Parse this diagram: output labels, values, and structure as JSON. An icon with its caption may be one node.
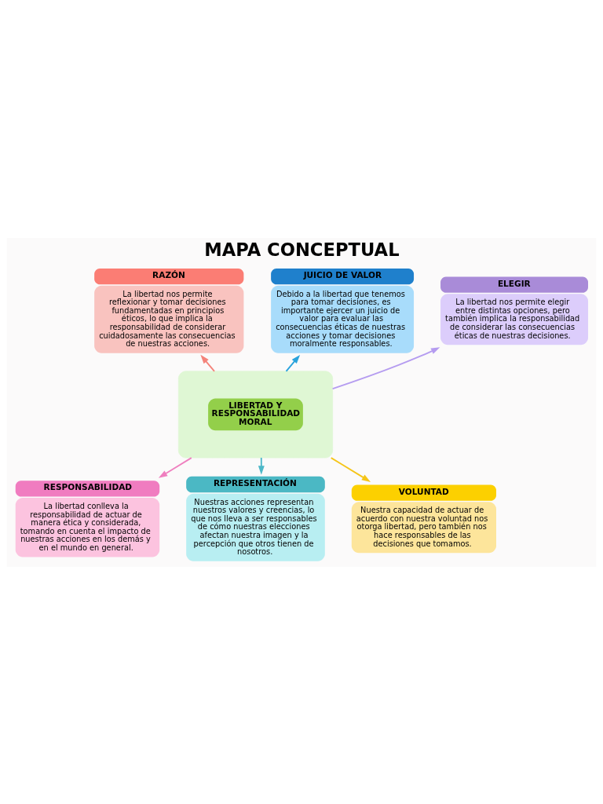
{
  "diagram": {
    "title": "MAPA CONCEPTUAL",
    "nodes": [
      {
        "text": [],
        "shape": "box"
      },
      {
        "text": [
          "LIBERTAD Y RESPONSABILIDAD MORAL"
        ],
        "in": 0
      },
      {
        "text": [
          "JUICIO DE VALOR",
          "Debido a la libertad que tenemos para tomar decisiones, es importante ejercer un juicio de valor para evaluar las consecuencias éticas de nuestras acciones y tomar decisiones moralmente responsables."
        ]
      },
      {
        "text": [
          "RAZÓN",
          "La libertad nos permite reflexionar y tomar decisiones fundamentadas en principios éticos, lo que implica la responsabilidad de considerar cuidadosamente las consecuencias de nuestras acciones."
        ]
      },
      {
        "text": [
          "ELEGIR",
          "La libertad nos permite elegir entre distintas opciones, pero también implica la responsabilidad de considerar las consecuencias éticas de nuestras decisiones."
        ]
      },
      {
        "text": [
          "REPRESENTACIÓN",
          "Nuestras acciones representan nuestros valores y creencias, lo que nos lleva a ser responsables de cómo nuestras elecciones afectan nuestra imagen y la percepción que otros tienen de nosotros."
        ]
      },
      {
        "text": [
          "RESPONSABILIDAD",
          "La libertad conlleva la responsabilidad de actuar de manera ética y considerada, tomando en cuenta el impacto de nuestras acciones en los demás y en el mundo en general."
        ]
      },
      {
        "text": [
          "VOLUNTAD",
          "Nuestra capacidad de actuar de acuerdo con nuestra voluntad nos otorga libertad, pero también nos hace responsables de las decisiones que tomamos."
        ]
      }
    ],
    "edges": [
      {
        "from": 0,
        "to": 2,
        "arrow": "to",
        "color": "#29a3dc"
      },
      {
        "from": 0,
        "to": 3,
        "arrow": "to",
        "color": "#f4837a"
      },
      {
        "from": 0,
        "to": 4,
        "arrow": "to",
        "color": "#b59cf0"
      },
      {
        "from": 0,
        "to": 5,
        "arrow": "to",
        "color": "#4db8c8"
      },
      {
        "from": 0,
        "to": 6,
        "arrow": "to",
        "color": "#ef7fbf"
      },
      {
        "from": 0,
        "to": 7,
        "arrow": "to",
        "color": "#f5c518"
      }
    ]
  }
}
